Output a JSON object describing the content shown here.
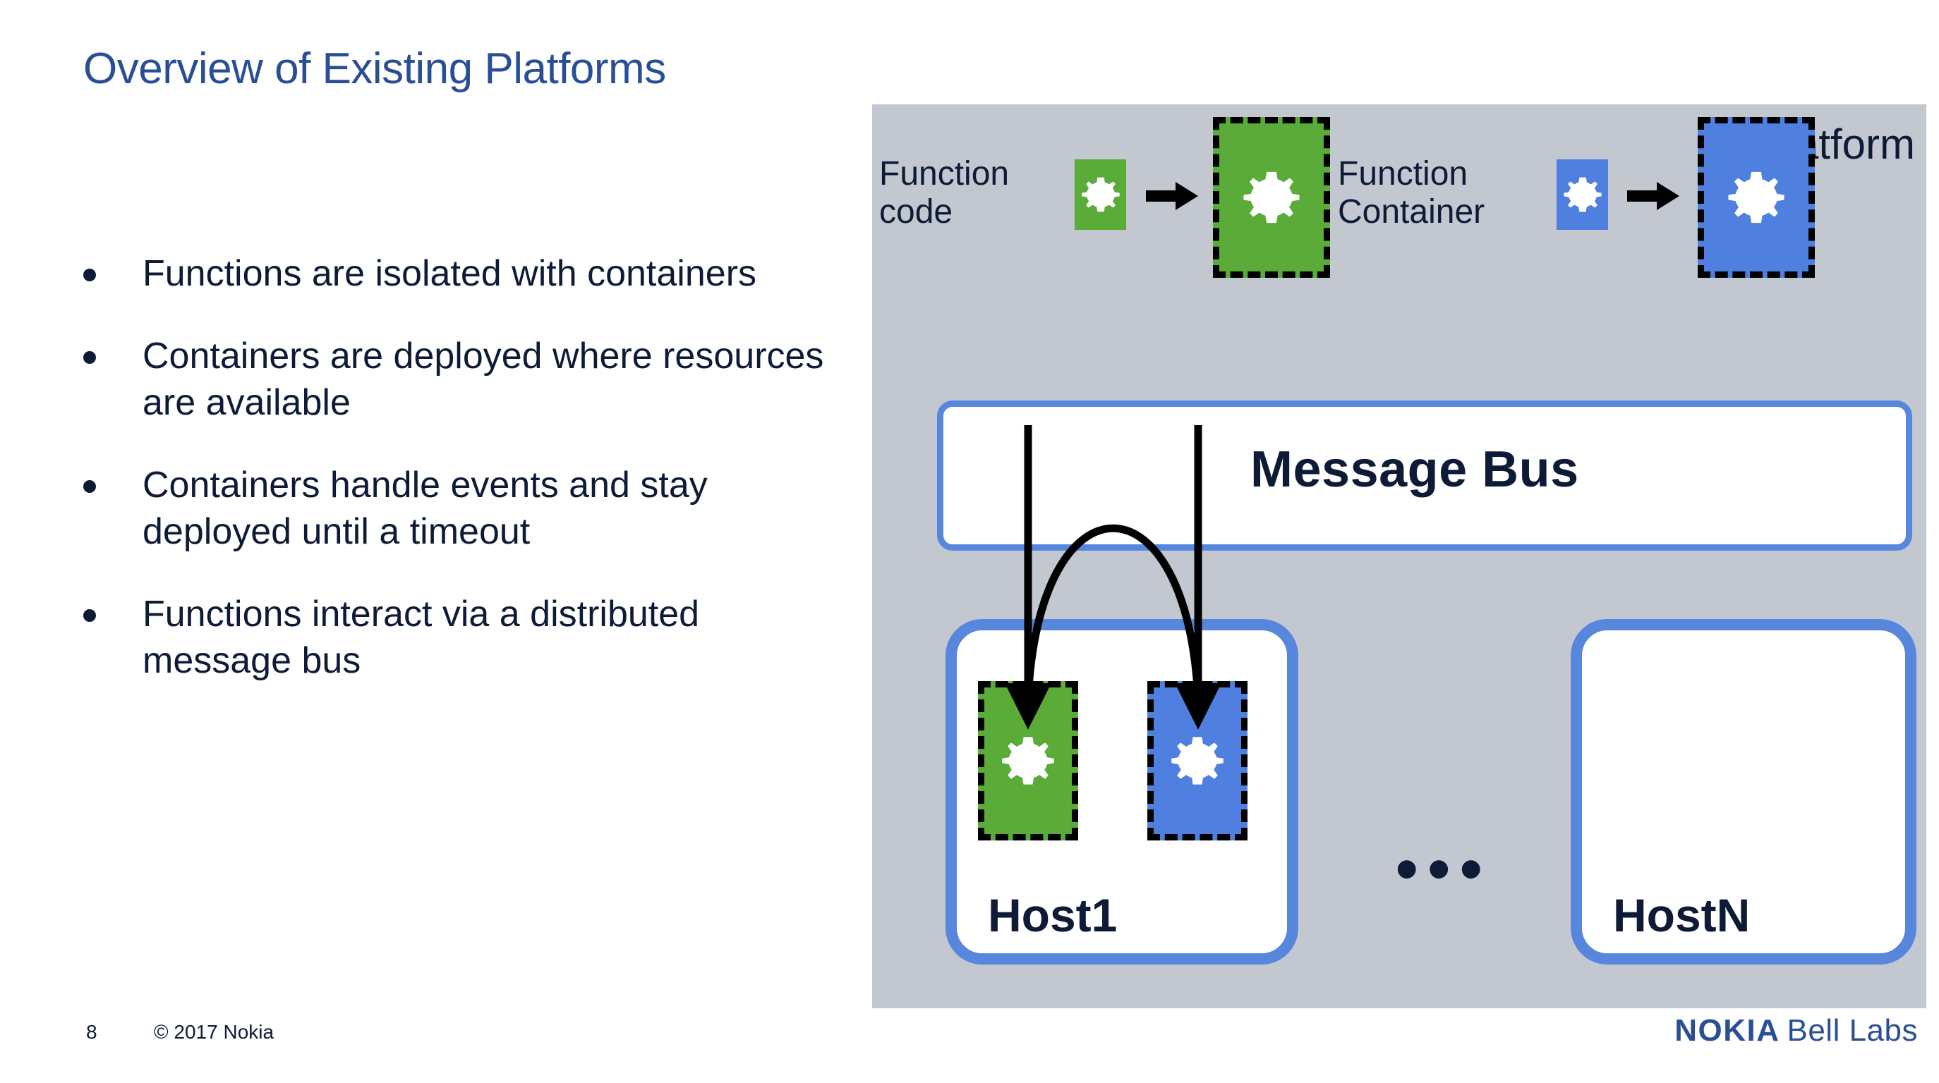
{
  "slide": {
    "title": "Overview of Existing Platforms",
    "bullets": [
      "Functions are isolated with containers",
      "Containers are deployed where resources are available",
      "Containers handle events and stay deployed until a timeout",
      "Functions interact via a distributed message bus"
    ]
  },
  "footer": {
    "page_number": "8",
    "copyright": "© 2017 Nokia",
    "brand_primary": "NOKIA",
    "brand_secondary": "Bell Labs"
  },
  "diagram": {
    "panel_label": "Platform",
    "pipeline": {
      "function_code_label": "Function\ncode",
      "function_container_label": "Function\nContainer",
      "arrow_glyph": "➤",
      "gear_icon_name": "gear-icon",
      "steps": [
        {
          "name": "function-code-green",
          "color_key": "green",
          "dashed": false
        },
        {
          "name": "function-container-green",
          "color_key": "green",
          "dashed": true
        },
        {
          "name": "function-code-blue",
          "color_key": "blue",
          "dashed": false
        },
        {
          "name": "function-container-blue",
          "color_key": "blue",
          "dashed": true
        }
      ]
    },
    "message_bus_label": "Message Bus",
    "hosts": [
      {
        "label": "Host1",
        "containers": [
          {
            "name": "host1-container-green",
            "color_key": "green"
          },
          {
            "name": "host1-container-blue",
            "color_key": "blue"
          }
        ]
      },
      {
        "label": "HostN",
        "containers": []
      }
    ],
    "ellipsis": "•••"
  },
  "colors": {
    "title_blue": "#284e96",
    "text_navy": "#0d1b36",
    "panel_gray": "#c3c7d0",
    "container_green": "#5aab38",
    "container_blue": "#4f80e0",
    "outline_blue": "#5786dd",
    "brand_blue": "#2a4f96"
  }
}
